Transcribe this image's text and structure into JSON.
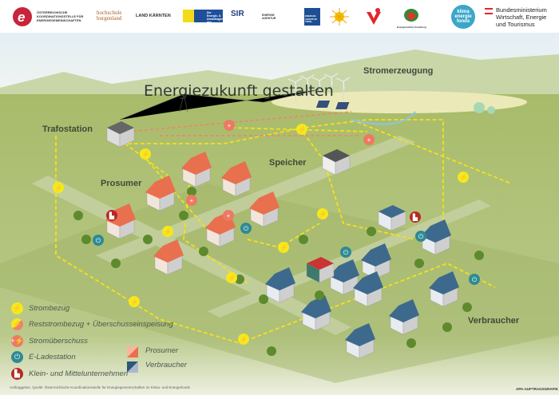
{
  "header": {
    "logos": [
      {
        "name": "oekoe",
        "text": "ÖSTERREICHISCHE KOORDINATIONSSTELLE FÜR ENERGIEGEMEINSCHAFTEN"
      },
      {
        "name": "hochschule-burgenland",
        "text": "hochschule burgenland"
      },
      {
        "name": "land-kaernten",
        "text": "LAND KÄRNTEN"
      },
      {
        "name": "energie-umwelt-noe",
        "text": "Die Energie- & Umweltagentur des Landes NÖ"
      },
      {
        "name": "sir",
        "text": "SIR"
      },
      {
        "name": "energie-agentur-steiermark",
        "text": "ENERGIE AGENTUR"
      },
      {
        "name": "energie-agentur-tirol",
        "text": "ENERGIE AGENTUR TIROL"
      },
      {
        "name": "sun-logo",
        "text": ""
      },
      {
        "name": "vorarlberg-logo",
        "text": ""
      },
      {
        "name": "energieinstitut-vorarlberg",
        "text": "Energieinstitut Vorarlberg"
      },
      {
        "name": "klima-energie-fonds",
        "text": "klima energie fonds"
      }
    ],
    "ministry": "Bundesministerium Wirtschaft, Energie und Tourismus"
  },
  "title": "Energiezukunft gestalten",
  "labels": {
    "stromerzeugung": "Stromerzeugung",
    "trafostation": "Trafostation",
    "prosumer": "Prosumer",
    "speicher": "Speicher",
    "verbraucher": "Verbraucher"
  },
  "legend": [
    {
      "label": "Strombezug",
      "icon": "lightning-icon",
      "color": "#f5e81c"
    },
    {
      "label": "Reststrombezug + Überschusseinspeisung",
      "icon": "lightning-plus-icon",
      "color": "#f0836a"
    },
    {
      "label": "Stromüberschuss",
      "icon": "plus-lightning-icon",
      "color": "#ec7a62"
    },
    {
      "label": "E-Ladestation",
      "icon": "plug-icon",
      "color": "#2f8a93"
    },
    {
      "label": "Klein- und Mittelunternehmen",
      "icon": "factory-icon",
      "color": "#b52a26"
    }
  ],
  "swatches": [
    {
      "label": "Prosumer",
      "color": "#ef8a6e"
    },
    {
      "label": "Verbraucher",
      "color": "#3d6a8c"
    }
  ],
  "footer": "Auftraggeber, Quelle: Österreichische Koordinationsstelle für Energiegemeinschaften im Klima- und Energiefonds",
  "credit": "APA-AUFTRAGSGRAFIK"
}
